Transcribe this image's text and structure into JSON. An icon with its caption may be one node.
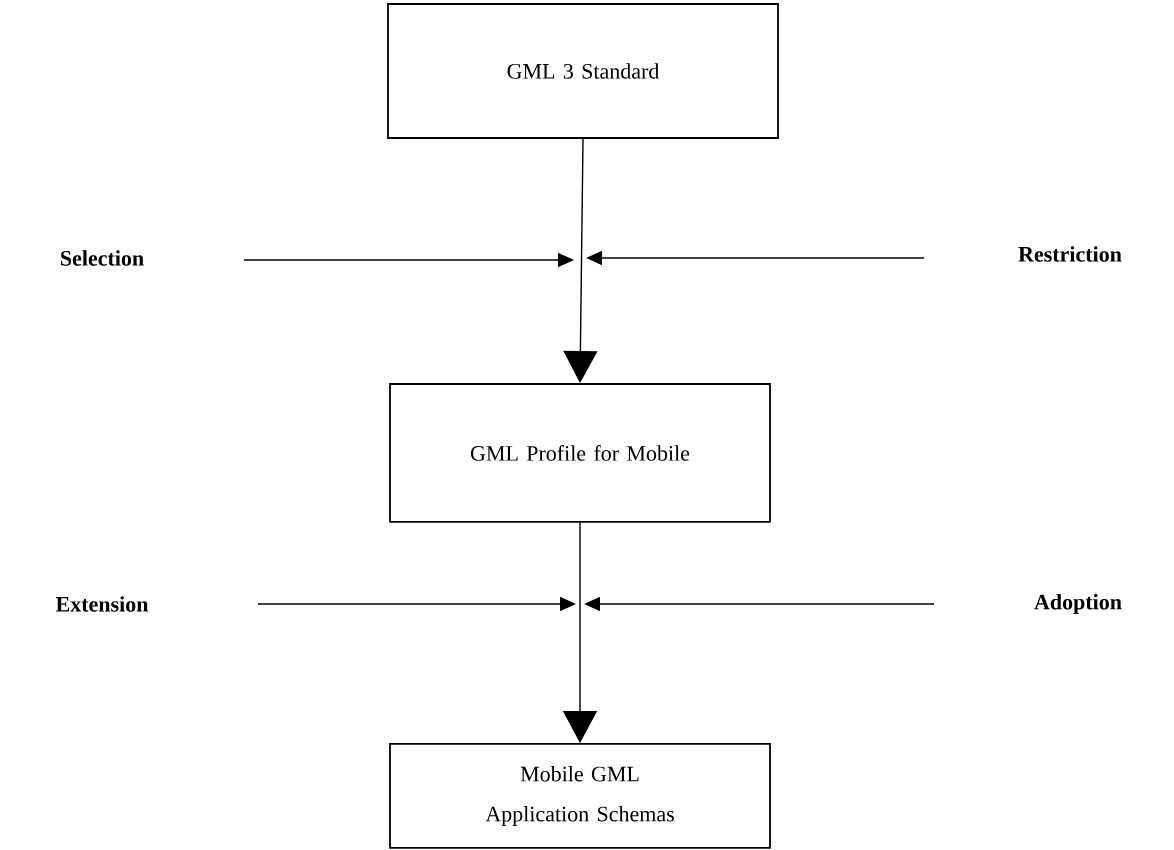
{
  "diagram": {
    "nodes": [
      {
        "text": [
          "GML 3 Standard"
        ]
      },
      {
        "text": [
          "Selection"
        ]
      },
      {
        "text": [
          "Restriction"
        ]
      },
      {
        "text": [
          "GML Profile for Mobile"
        ]
      },
      {
        "text": [
          "Extension"
        ]
      },
      {
        "text": [
          "Adoption"
        ]
      },
      {
        "text": [
          "Mobile GML Application Schemas"
        ]
      }
    ],
    "edges": [
      {
        "from": 0,
        "to": 3,
        "arrow": "to"
      },
      {
        "from": 1,
        "to": null,
        "arrow": "to"
      },
      {
        "from": 2,
        "to": null,
        "arrow": "to"
      },
      {
        "from": 3,
        "to": 6,
        "arrow": "to"
      },
      {
        "from": 4,
        "to": null,
        "arrow": "to"
      },
      {
        "from": 5,
        "to": null,
        "arrow": "to"
      }
    ]
  }
}
